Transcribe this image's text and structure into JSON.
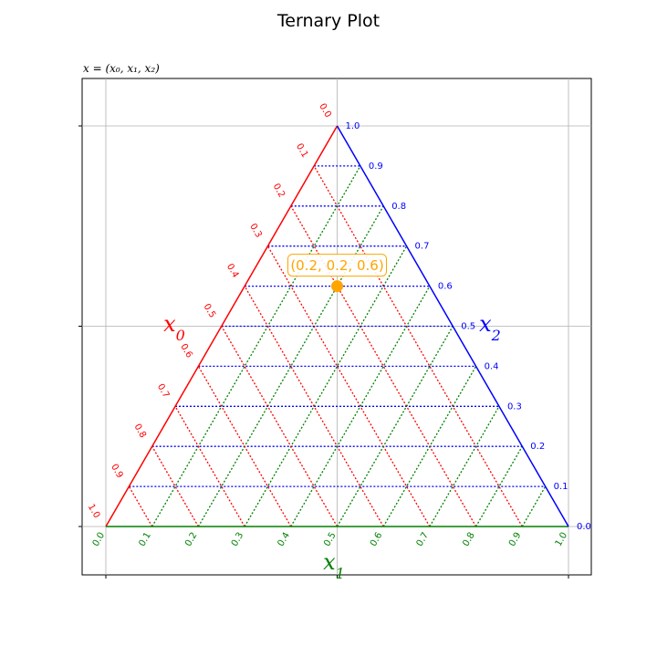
{
  "chart_data": {
    "type": "scatter",
    "title": "Ternary Plot",
    "formula_label": "x = (x₀, x₁, x₂)",
    "axes": [
      {
        "name": "x",
        "sub": "0",
        "color": "#ff0000",
        "ticks": [
          "0.0",
          "0.1",
          "0.2",
          "0.3",
          "0.4",
          "0.5",
          "0.6",
          "0.7",
          "0.8",
          "0.9",
          "1.0"
        ]
      },
      {
        "name": "x",
        "sub": "1",
        "color": "#008000",
        "ticks": [
          "0.0",
          "0.1",
          "0.2",
          "0.3",
          "0.4",
          "0.5",
          "0.6",
          "0.7",
          "0.8",
          "0.9",
          "1.0"
        ]
      },
      {
        "name": "x",
        "sub": "2",
        "color": "#0000ff",
        "ticks": [
          "0.0",
          "0.1",
          "0.2",
          "0.3",
          "0.4",
          "0.5",
          "0.6",
          "0.7",
          "0.8",
          "0.9",
          "1.0"
        ]
      }
    ],
    "grid_step": 0.1,
    "points": [
      {
        "x0": 0.2,
        "x1": 0.2,
        "x2": 0.6,
        "label": "(0.2, 0.2, 0.6)",
        "color": "#ffa500"
      }
    ],
    "background_grid": true
  }
}
